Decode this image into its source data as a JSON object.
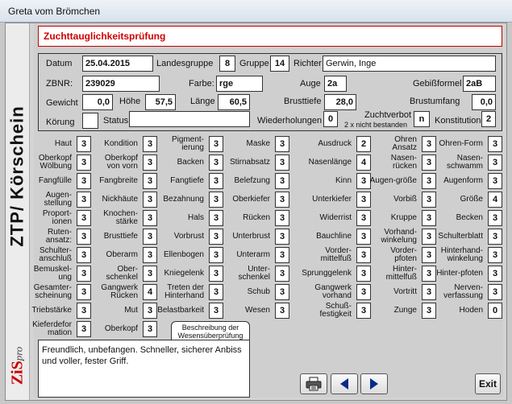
{
  "window": {
    "title": "Greta vom Brömchen"
  },
  "sidebar": {
    "title": "ZTP/ Körschein",
    "logo": "ZiS",
    "logo_suffix": "pro"
  },
  "header": {
    "title": "Zuchttauglichkeitsprüfung"
  },
  "form": {
    "datum": {
      "label": "Datum",
      "value": "25.04.2015"
    },
    "landesgruppe": {
      "label": "Landesgruppe",
      "value": "8"
    },
    "gruppe": {
      "label": "Gruppe",
      "value": "14"
    },
    "richter": {
      "label": "Richter",
      "value": "Gerwin, Inge"
    },
    "zbnr": {
      "label": "ZBNR:",
      "value": "239029"
    },
    "farbe": {
      "label": "Farbe:",
      "value": "rge"
    },
    "auge": {
      "label": "Auge",
      "value": "2a"
    },
    "gebiss": {
      "label": "Gebißformel",
      "value": "2aB"
    },
    "gewicht": {
      "label": "Gewicht",
      "value": "0,0"
    },
    "hoehe": {
      "label": "Höhe",
      "value": "57,5"
    },
    "laenge": {
      "label": "Länge",
      "value": "60,5"
    },
    "brusttiefe": {
      "label": "Brusttiefe",
      "value": "28,0"
    },
    "brustumfang": {
      "label": "Brustumfang",
      "value": "0,0"
    },
    "koerung": {
      "label": "Körung",
      "value": ""
    },
    "status": {
      "label": "Status",
      "value": ""
    },
    "wiederholungen": {
      "label": "Wiederholungen",
      "value": "0"
    },
    "zuchtverbot": {
      "label": "Zuchtverbot",
      "sublabel": "2 x nicht bestanden",
      "value": "n"
    },
    "konstitution": {
      "label": "Konstitution",
      "value": "2"
    }
  },
  "grid": {
    "col1": [
      {
        "label": "Haut",
        "value": "3"
      },
      {
        "label": "Oberkopf Wölbung",
        "value": "3"
      },
      {
        "label": "Fangfülle",
        "value": "3"
      },
      {
        "label": "Augen-stellung",
        "value": "3"
      },
      {
        "label": "Proport-ionen",
        "value": "3"
      },
      {
        "label": "Ruten-ansatz:",
        "value": "3"
      },
      {
        "label": "Schulter-anschluß",
        "value": "3"
      },
      {
        "label": "Bemuskel-ung",
        "value": "3"
      },
      {
        "label": "Gesamter-scheinung",
        "value": "3"
      },
      {
        "label": "Triebstärke",
        "value": "3"
      },
      {
        "label": "Kieferdefor mation",
        "value": "3"
      }
    ],
    "col2": [
      {
        "label": "Kondition",
        "value": "3"
      },
      {
        "label": "Oberkopf von vorn",
        "value": "3"
      },
      {
        "label": "Fangbreite",
        "value": "3"
      },
      {
        "label": "Nickhäute",
        "value": "3"
      },
      {
        "label": "Knochen-stärke",
        "value": "3"
      },
      {
        "label": "Brusttiefe",
        "value": "3"
      },
      {
        "label": "Oberarm",
        "value": "3"
      },
      {
        "label": "Ober-schenkel",
        "value": "3"
      },
      {
        "label": "Gangwerk Rücken",
        "value": "4"
      },
      {
        "label": "Mut",
        "value": "3"
      },
      {
        "label": "Oberkopf",
        "value": "3"
      }
    ],
    "col3": [
      {
        "label": "Pigment-ierung",
        "value": "3"
      },
      {
        "label": "Backen",
        "value": "3"
      },
      {
        "label": "Fangtiefe",
        "value": "3"
      },
      {
        "label": "Bezahnung",
        "value": "3"
      },
      {
        "label": "Hals",
        "value": "3"
      },
      {
        "label": "Vorbrust",
        "value": "3"
      },
      {
        "label": "Ellenbogen",
        "value": "3"
      },
      {
        "label": "Kniegelenk",
        "value": "3"
      },
      {
        "label": "Treten der Hinterhand",
        "value": "3"
      },
      {
        "label": "Belastbarkeit",
        "value": "3"
      }
    ],
    "col4": [
      {
        "label": "Maske",
        "value": "3"
      },
      {
        "label": "Stirnabsatz",
        "value": "3"
      },
      {
        "label": "Belefzung",
        "value": "3"
      },
      {
        "label": "Oberkiefer",
        "value": "3"
      },
      {
        "label": "Rücken",
        "value": "3"
      },
      {
        "label": "Unterbrust",
        "value": "3"
      },
      {
        "label": "Unterarm",
        "value": "3"
      },
      {
        "label": "Unter-schenkel",
        "value": "3"
      },
      {
        "label": "Schub",
        "value": "3"
      },
      {
        "label": "Wesen",
        "value": "3"
      }
    ],
    "col5": [
      {
        "label": "Ausdruck",
        "value": "2"
      },
      {
        "label": "Nasenlänge",
        "value": "4"
      },
      {
        "label": "Kinn",
        "value": "3"
      },
      {
        "label": "Unterkiefer",
        "value": "3"
      },
      {
        "label": "Widerrist",
        "value": "3"
      },
      {
        "label": "Bauchline",
        "value": "3"
      },
      {
        "label": "Vorder-mittelfuß",
        "value": "3"
      },
      {
        "label": "Sprunggelenk",
        "value": "3"
      },
      {
        "label": "Gangwerk vorhand",
        "value": "3"
      },
      {
        "label": "Schuß-festigkeit",
        "value": "3"
      }
    ],
    "col6": [
      {
        "label": "Ohren Ansatz",
        "value": "3"
      },
      {
        "label": "Nasen-rücken",
        "value": "3"
      },
      {
        "label": "Augen-größe",
        "value": "3"
      },
      {
        "label": "Vorbiß",
        "value": "3"
      },
      {
        "label": "Kruppe",
        "value": "3"
      },
      {
        "label": "Vorhand-winkelung",
        "value": "3"
      },
      {
        "label": "Vorder-pfoten",
        "value": "3"
      },
      {
        "label": "Hinter-mittelfuß",
        "value": "3"
      },
      {
        "label": "Vortritt",
        "value": "3"
      },
      {
        "label": "Zunge",
        "value": "3"
      }
    ],
    "col7": [
      {
        "label": "Ohren-Form",
        "value": "3"
      },
      {
        "label": "Nasen-schwamm",
        "value": "3"
      },
      {
        "label": "Augenform",
        "value": "3"
      },
      {
        "label": "Größe",
        "value": "4"
      },
      {
        "label": "Becken",
        "value": "3"
      },
      {
        "label": "Schulterblatt",
        "value": "3"
      },
      {
        "label": "Hinterhand-winkelung",
        "value": "3"
      },
      {
        "label": "Hinter-pfoten",
        "value": "3"
      },
      {
        "label": "Nerven-verfassung",
        "value": "3"
      },
      {
        "label": "Hoden",
        "value": "0"
      }
    ]
  },
  "description": {
    "tab_label": "Beschreibung der Wesensüberprüfung",
    "text": "Freundlich, unbefangen. Schneller, sicherer Anbiss und voller, fester Griff."
  },
  "buttons": {
    "exit_label": "Exit"
  }
}
